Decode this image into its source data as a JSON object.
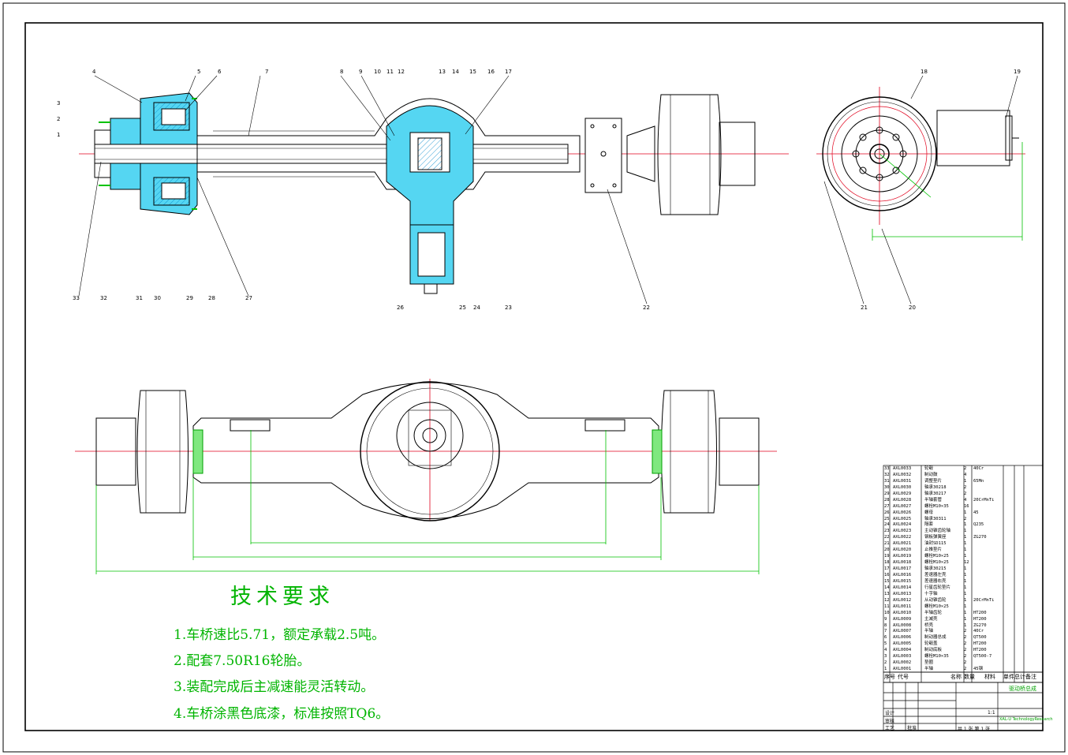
{
  "colors": {
    "line": "#000000",
    "center_line": "#e0001b",
    "dimension": "#00c200",
    "section_fill": "#55d6f2",
    "hatch": "#0088cc",
    "text_green": "#00b400"
  },
  "callouts_top": [
    "4",
    "5",
    "6",
    "7",
    "8",
    "9",
    "10",
    "11",
    "12",
    "13",
    "14",
    "15",
    "16",
    "17",
    "18",
    "19"
  ],
  "callouts_left": [
    "3",
    "2",
    "1"
  ],
  "callouts_bottom": [
    "33",
    "32",
    "31",
    "30",
    "29",
    "28",
    "27",
    "26",
    "25",
    "24",
    "23",
    "22",
    "21",
    "20"
  ],
  "tech_requirements": {
    "title": "技术要求",
    "lines": [
      "1.车桥速比5.71，额定承载2.5吨。",
      "2.配套7.50R16轮胎。",
      "3.装配完成后主减速能灵活转动。",
      "4.车桥涂黑色底漆，标准按照TQ6。"
    ]
  },
  "bom": {
    "header": [
      "序号",
      "代号",
      "名称",
      "数量",
      "材料",
      "单件",
      "总计",
      "备注"
    ],
    "rows": [
      [
        "33",
        "AXL0033",
        "轮毂",
        "2",
        "40Cr"
      ],
      [
        "32",
        "AXL0032",
        "制动鼓",
        "4",
        ""
      ],
      [
        "31",
        "AXL0031",
        "调整垫片",
        "1",
        "65Mn"
      ],
      [
        "30",
        "AXL0030",
        "轴承30218",
        "2",
        ""
      ],
      [
        "29",
        "AXL0029",
        "轴承30217",
        "2",
        ""
      ],
      [
        "28",
        "AXL0028",
        "半轴套管",
        "4",
        "20CrMnTi"
      ],
      [
        "27",
        "AXL0027",
        "螺栓M10×35",
        "16",
        ""
      ],
      [
        "26",
        "AXL0026",
        "螺母",
        "1",
        "45"
      ],
      [
        "25",
        "AXL0025",
        "轴承30311",
        "2",
        ""
      ],
      [
        "24",
        "AXL0024",
        "隔套",
        "1",
        "Q235"
      ],
      [
        "23",
        "AXL0023",
        "主动锥齿轮轴",
        "1",
        ""
      ],
      [
        "22",
        "AXL0022",
        "钢板弹簧座",
        "1",
        "ZG270"
      ],
      [
        "21",
        "AXL0021",
        "油封SD115",
        "1",
        ""
      ],
      [
        "20",
        "AXL0020",
        "止推垫片",
        "1",
        ""
      ],
      [
        "19",
        "AXL0019",
        "螺栓M10×25",
        "1",
        ""
      ],
      [
        "18",
        "AXL0018",
        "螺栓M10×25",
        "12",
        ""
      ],
      [
        "17",
        "AXL0017",
        "轴承30215",
        "1",
        ""
      ],
      [
        "16",
        "AXL0016",
        "差速器左壳",
        "1",
        ""
      ],
      [
        "15",
        "AXL0015",
        "差速器右壳",
        "1",
        ""
      ],
      [
        "14",
        "AXL0014",
        "行星齿轮垫片",
        "1",
        ""
      ],
      [
        "13",
        "AXL0013",
        "十字轴",
        "1",
        ""
      ],
      [
        "12",
        "AXL0012",
        "从动锥齿轮",
        "1",
        "20CrMnTi"
      ],
      [
        "11",
        "AXL0011",
        "螺栓M10×25",
        "1",
        ""
      ],
      [
        "10",
        "AXL0010",
        "半轴齿轮",
        "1",
        "HT200"
      ],
      [
        "9",
        "AXL0009",
        "主减壳",
        "1",
        "HT200"
      ],
      [
        "8",
        "AXL0008",
        "桥壳",
        "1",
        "ZG270"
      ],
      [
        "7",
        "AXL0007",
        "半轴",
        "2",
        "40Cr"
      ],
      [
        "6",
        "AXL0006",
        "制动器总成",
        "2",
        "QT500"
      ],
      [
        "5",
        "AXL0005",
        "轮毂盖",
        "2",
        "HT200"
      ],
      [
        "4",
        "AXL0004",
        "制动底板",
        "2",
        "HT200"
      ],
      [
        "3",
        "AXL0003",
        "螺栓M10×35",
        "2",
        "QT500-7"
      ],
      [
        "2",
        "AXL0002",
        "垫圈",
        "2",
        ""
      ],
      [
        "1",
        "AXL0001",
        "半轴",
        "2",
        "45钢"
      ]
    ]
  },
  "title_block": {
    "drawing_name": "驱动桥总成",
    "scale": "1:1",
    "sheet": "共 1 张 第 1 张",
    "company": "XAL-U TechnologyResearch",
    "roles": [
      "设计",
      "审核",
      "工艺",
      "批准"
    ]
  }
}
